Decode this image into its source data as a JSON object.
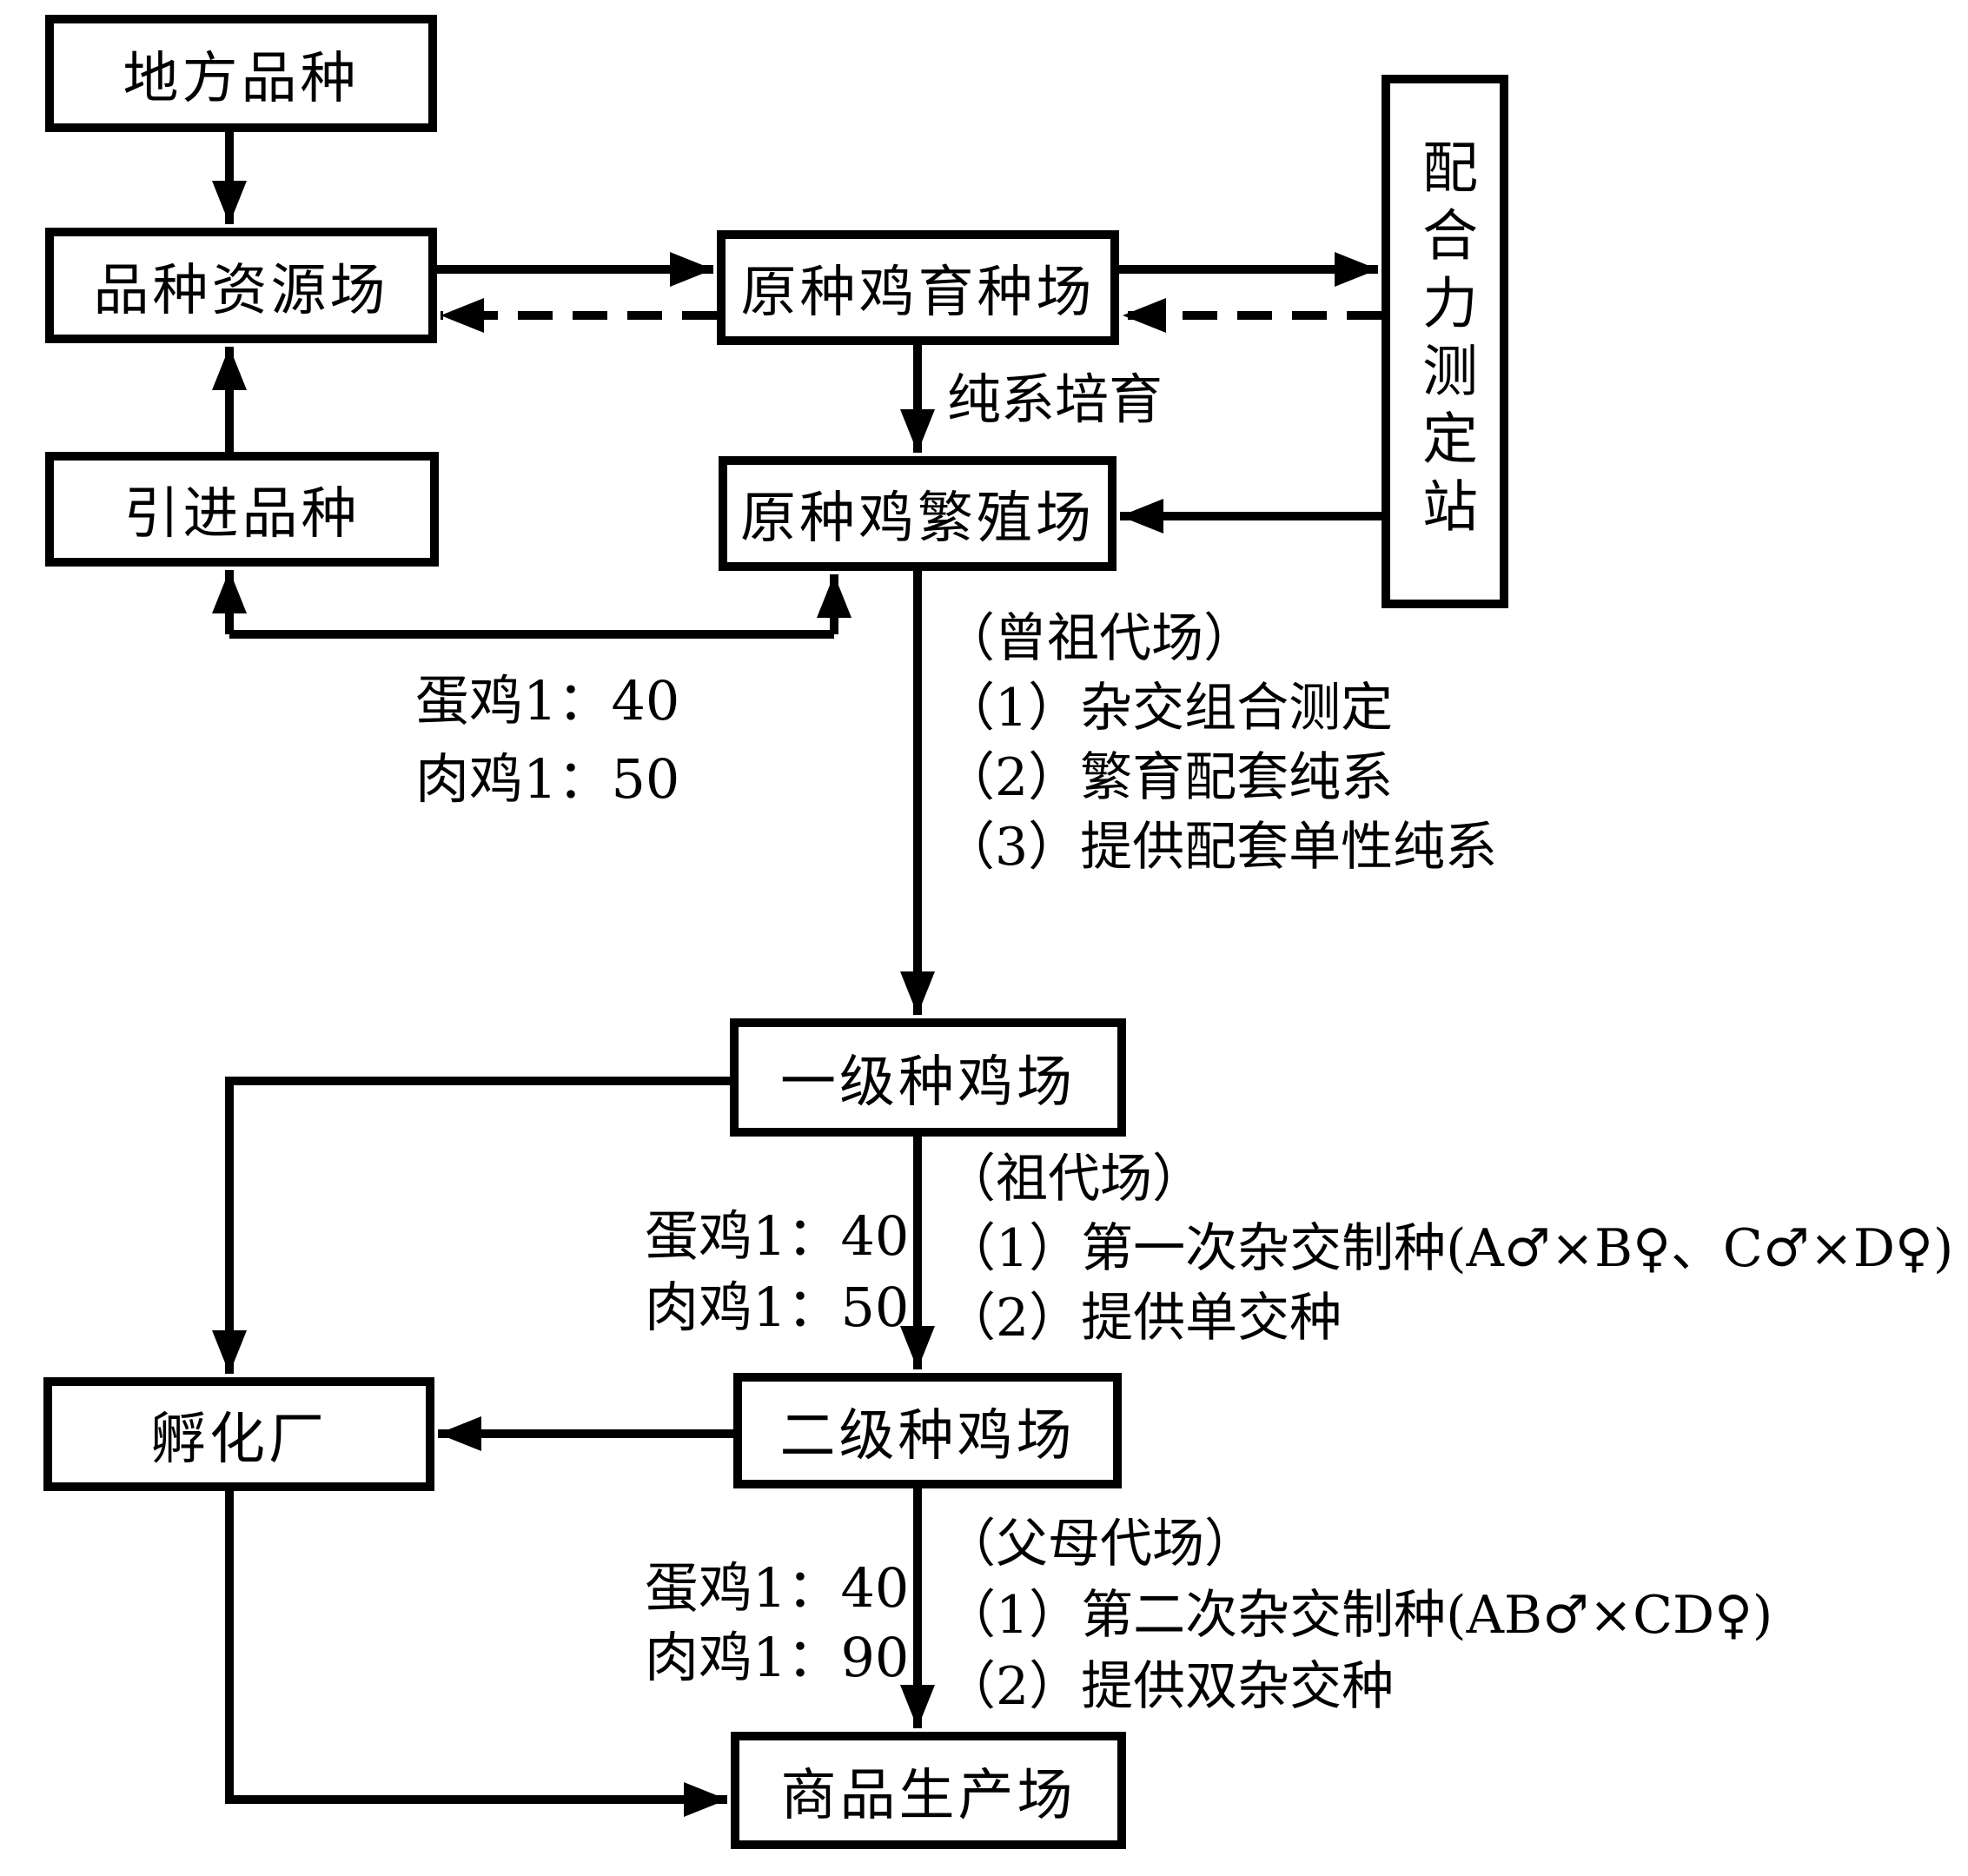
{
  "diagram_title": "chicken-breeding-system-flowchart",
  "colors": {
    "line": "#000000",
    "background": "#ffffff",
    "text": "#000000"
  },
  "nodes": {
    "local_breed": "地方品种",
    "resource_farm": "品种资源场",
    "introduced_breed": "引进品种",
    "breeding_farm": "原种鸡育种场",
    "propagation_farm": "原种鸡繁殖场",
    "testing_station": "配合力测定站",
    "first_level_farm": "一级种鸡场",
    "second_level_farm": "二级种鸡场",
    "hatchery": "孵化厂",
    "commodity_farm": "商品生产场"
  },
  "annotations": {
    "pure_line_label": "纯系培育",
    "ratio_top": {
      "line1": "蛋鸡1：40",
      "line2": "肉鸡1：50"
    },
    "great_grandparent": {
      "title": "（曾祖代场）",
      "item1": "（1）杂交组合测定",
      "item2": "（2）繁育配套纯系",
      "item3": "（3）提供配套单性纯系"
    },
    "ratio_mid": {
      "line1": "蛋鸡1：40",
      "line2": "肉鸡1：50"
    },
    "grandparent": {
      "title": "（祖代场）",
      "item1": "（1）第一次杂交制种(A♂×B♀、C♂×D♀)",
      "item2": "（2）提供单交种"
    },
    "ratio_bottom": {
      "line1": "蛋鸡1：40",
      "line2": "肉鸡1：90"
    },
    "parent_generation": {
      "title": "（父母代场）",
      "item1": "（1）第二次杂交制种(AB♂×CD♀)",
      "item2": "（2）提供双杂交种"
    }
  }
}
